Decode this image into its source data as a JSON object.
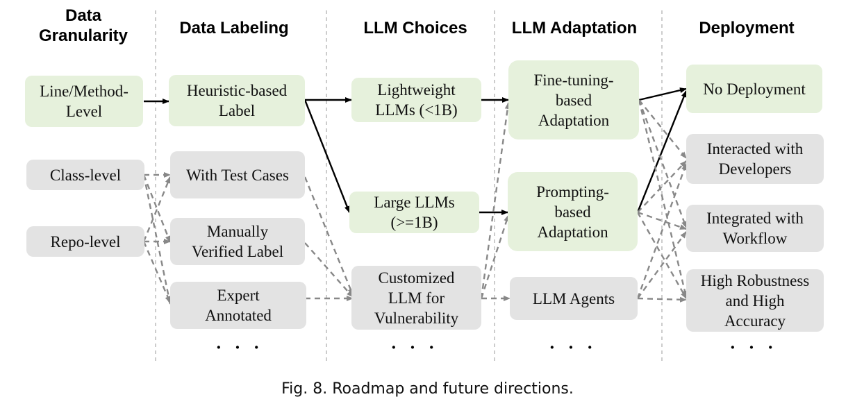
{
  "columns": {
    "granularity": "Data\nGranularity",
    "labeling": "Data Labeling",
    "choices": "LLM Choices",
    "adaptation": "LLM Adaptation",
    "deployment": "Deployment"
  },
  "nodes": {
    "line_method": "Line/Method-\nLevel",
    "class_level": "Class-level",
    "repo_level": "Repo-level",
    "heuristic": "Heuristic-based\nLabel",
    "test_cases": "With Test Cases",
    "manual": "Manually\nVerified Label",
    "expert": "Expert\nAnnotated",
    "lightweight": "Lightweight\nLLMs (<1B)",
    "large": "Large LLMs\n(>=1B)",
    "customized": "Customized\nLLM for\nVulnerability",
    "finetuning": "Fine-tuning-\nbased\nAdaptation",
    "prompting": "Prompting-\nbased\nAdaptation",
    "agents": "LLM Agents",
    "no_deploy": "No Deployment",
    "developers": "Interacted with\nDevelopers",
    "workflow": "Integrated with\nWorkflow",
    "robust": "High Robustness\nand High\nAccuracy"
  },
  "ellipsis": "· · ·",
  "caption": "Fig. 8.  Roadmap and future directions.",
  "colors": {
    "green": "#e6f1dc",
    "gray": "#e3e3e3",
    "solid_arrow": "#000000",
    "dashed_arrow": "#888888"
  }
}
